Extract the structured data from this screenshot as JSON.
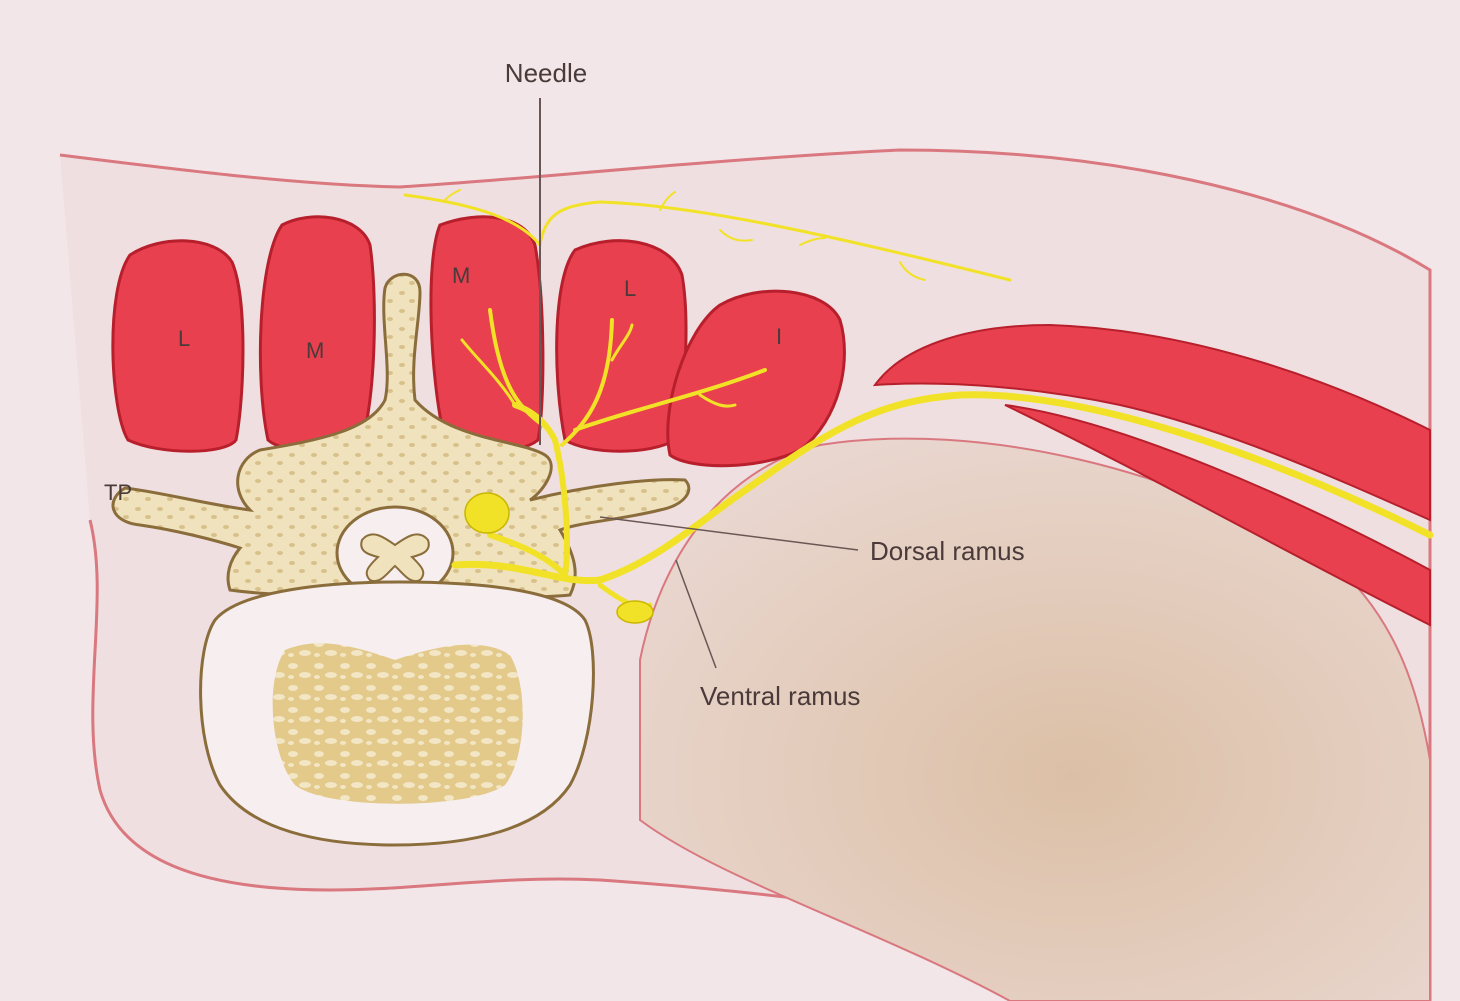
{
  "labels": {
    "needle": "Needle",
    "dorsal_ramus": "Dorsal ramus",
    "ventral_ramus": "Ventral ramus",
    "transverse_process": "TP",
    "muscle_1": "L",
    "muscle_2": "M",
    "muscle_3": "M",
    "muscle_4": "L",
    "muscle_5": "I"
  },
  "colors": {
    "background": "#f3e6e8",
    "muscle": "#e8404f",
    "bone": "#e9d7a8",
    "bone_outline": "#8a6d3b",
    "nerve": "#f2e227",
    "skin_line": "#d9787f",
    "label_text": "#4a3a3a"
  }
}
